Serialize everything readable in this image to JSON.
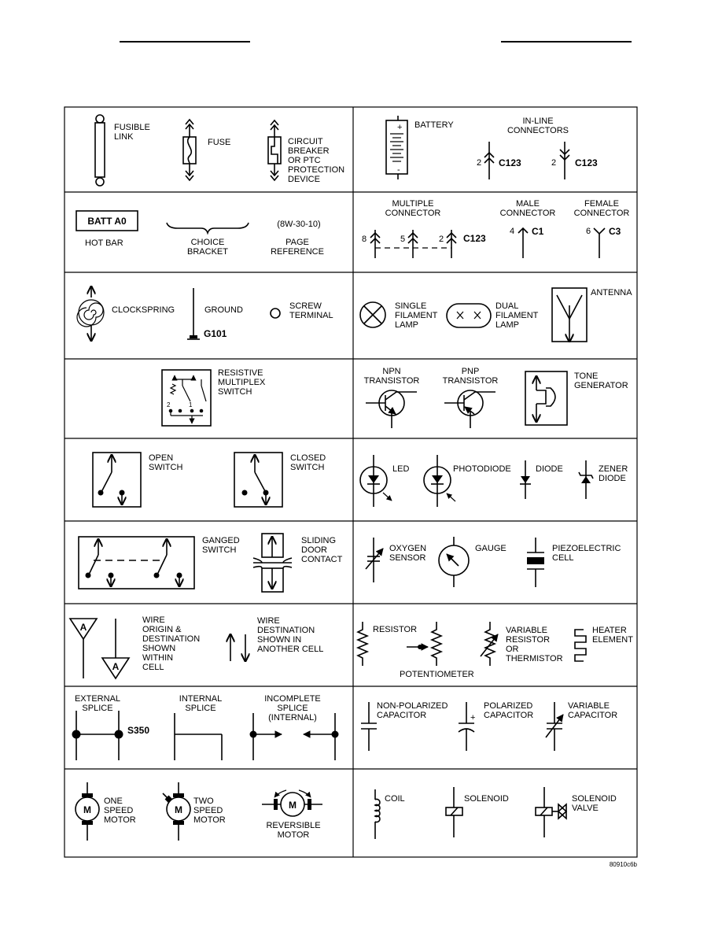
{
  "cells": {
    "fusible_link": {
      "label": "FUSIBLE\nLINK"
    },
    "fuse": {
      "label": "FUSE"
    },
    "circuit_breaker": {
      "label": "CIRCUIT\nBREAKER\nOR PTC\nPROTECTION\nDEVICE"
    },
    "battery": {
      "label": "BATTERY",
      "plus": "+",
      "minus": "-"
    },
    "inline_connectors": {
      "label": "IN-LINE\nCONNECTORS",
      "pin_a": "2",
      "code_a": "C123",
      "pin_b": "2",
      "code_b": "C123"
    },
    "hot_bar": {
      "box": "BATT A0",
      "label": "HOT BAR"
    },
    "choice_bracket": {
      "label": "CHOICE\nBRACKET"
    },
    "page_reference": {
      "value": "(8W-30-10)",
      "label": "PAGE\nREFERENCE"
    },
    "multiple_connector": {
      "label": "MULTIPLE\nCONNECTOR",
      "pin_1": "8",
      "pin_2": "5",
      "pin_3": "2",
      "code": "C123"
    },
    "male_connector": {
      "label": "MALE\nCONNECTOR",
      "pin": "4",
      "code": "C1"
    },
    "female_connector": {
      "label": "FEMALE\nCONNECTOR",
      "pin": "6",
      "code": "C3"
    },
    "clockspring": {
      "label": "CLOCKSPRING"
    },
    "ground": {
      "label": "GROUND",
      "code": "G101"
    },
    "screw_terminal": {
      "label": "SCREW\nTERMINAL"
    },
    "single_filament_lamp": {
      "label": "SINGLE\nFILAMENT\nLAMP"
    },
    "dual_filament_lamp": {
      "label": "DUAL\nFILAMENT\nLAMP"
    },
    "antenna": {
      "label": "ANTENNA"
    },
    "resistive_multiplex_switch": {
      "label": "RESISTIVE\nMULTIPLEX\nSWITCH",
      "pos_2": "2",
      "pos_1": "1"
    },
    "npn_transistor": {
      "label": "NPN\nTRANSISTOR"
    },
    "pnp_transistor": {
      "label": "PNP\nTRANSISTOR"
    },
    "tone_generator": {
      "label": "TONE\nGENERATOR"
    },
    "open_switch": {
      "label": "OPEN\nSWITCH"
    },
    "closed_switch": {
      "label": "CLOSED\nSWITCH"
    },
    "led": {
      "label": "LED"
    },
    "photodiode": {
      "label": "PHOTODIODE"
    },
    "diode": {
      "label": "DIODE"
    },
    "zener_diode": {
      "label": "ZENER\nDIODE"
    },
    "ganged_switch": {
      "label": "GANGED\nSWITCH"
    },
    "sliding_door_contact": {
      "label": "SLIDING\nDOOR\nCONTACT"
    },
    "oxygen_sensor": {
      "label": "OXYGEN\nSENSOR"
    },
    "gauge": {
      "label": "GAUGE"
    },
    "piezoelectric_cell": {
      "label": "PIEZOELECTRIC\nCELL"
    },
    "wire_origin": {
      "label": "WIRE\nORIGIN &\nDESTINATION\nSHOWN\nWITHIN\nCELL",
      "flag": "A"
    },
    "wire_destination": {
      "label": "WIRE\nDESTINATION\nSHOWN IN\nANOTHER CELL"
    },
    "resistor": {
      "label": "RESISTOR"
    },
    "potentiometer": {
      "label": "POTENTIOMETER"
    },
    "variable_resistor": {
      "label": "VARIABLE\nRESISTOR\nOR\nTHERMISTOR"
    },
    "heater_element": {
      "label": "HEATER\nELEMENT"
    },
    "external_splice": {
      "label": "EXTERNAL\nSPLICE",
      "code": "S350"
    },
    "internal_splice": {
      "label": "INTERNAL\nSPLICE"
    },
    "incomplete_splice": {
      "label": "INCOMPLETE\nSPLICE\n(INTERNAL)"
    },
    "non_polarized_capacitor": {
      "label": "NON-POLARIZED\nCAPACITOR"
    },
    "polarized_capacitor": {
      "label": "POLARIZED\nCAPACITOR",
      "plus": "+"
    },
    "variable_capacitor": {
      "label": "VARIABLE\nCAPACITOR"
    },
    "one_speed_motor": {
      "label": "ONE\nSPEED\nMOTOR",
      "letter": "M"
    },
    "two_speed_motor": {
      "label": "TWO\nSPEED\nMOTOR",
      "letter": "M"
    },
    "reversible_motor": {
      "label": "REVERSIBLE\nMOTOR",
      "letter": "M"
    },
    "coil": {
      "label": "COIL"
    },
    "solenoid": {
      "label": "SOLENOID"
    },
    "solenoid_valve": {
      "label": "SOLENOID\nVALVE"
    }
  },
  "figure_code": "80910c6b"
}
